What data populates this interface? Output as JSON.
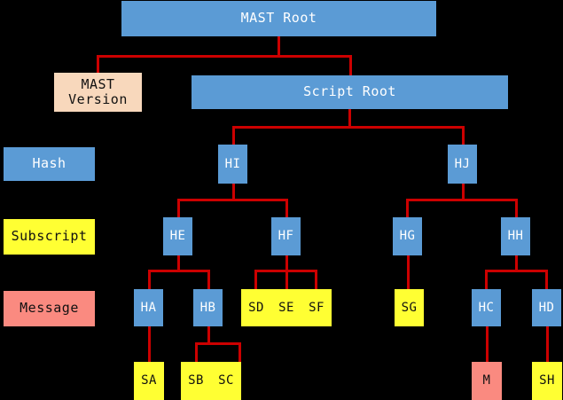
{
  "diagram": {
    "title": "MAST Root tree structure",
    "background_color": "#000000",
    "edge_color": "#cc0000",
    "colors": {
      "hash": "#5b9bd5",
      "subscript": "#ffff33",
      "message": "#fa8a80",
      "version": "#f8d8bc",
      "hash_text": "#ffffff",
      "dark_text": "#111111"
    }
  },
  "legend": [
    {
      "key": "hash",
      "label": "Hash",
      "color": "#5b9bd5"
    },
    {
      "key": "subscript",
      "label": "Subscript",
      "color": "#ffff33"
    },
    {
      "key": "message",
      "label": "Message",
      "color": "#fa8a80"
    }
  ],
  "nodes": {
    "mast_root": "MAST Root",
    "mast_version": "MAST\nVersion",
    "script_root": "Script Root",
    "hi": "HI",
    "hj": "HJ",
    "he": "HE",
    "hf": "HF",
    "hg": "HG",
    "hh": "HH",
    "ha": "HA",
    "hb": "HB",
    "hc": "HC",
    "hd": "HD",
    "sa": "SA",
    "sb": "SB",
    "sc": "SC",
    "sd": "SD",
    "se": "SE",
    "sf": "SF",
    "sg": "SG",
    "sh": "SH",
    "m": "M"
  }
}
